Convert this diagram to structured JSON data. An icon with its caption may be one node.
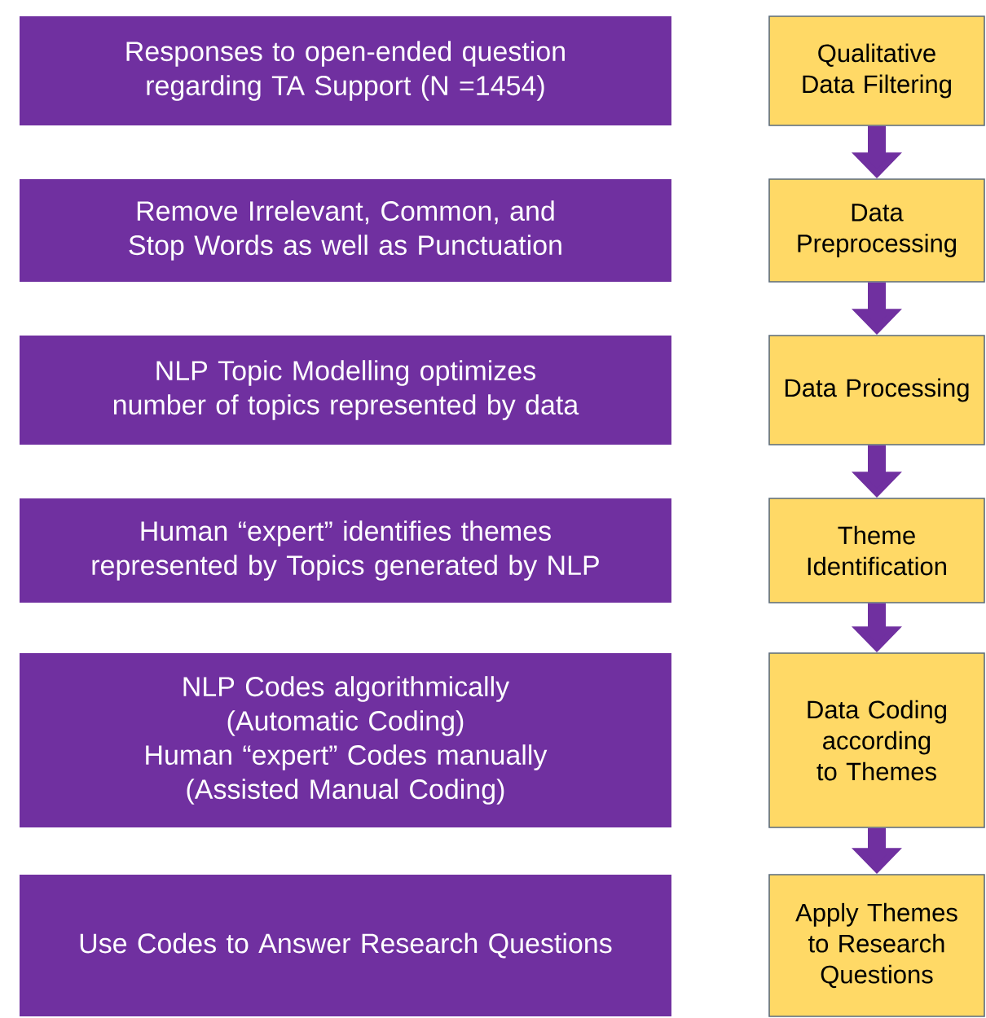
{
  "diagram": {
    "nodes": [
      {
        "text": [
          "Responses to open-ended question regarding TA Support (N =1454)"
        ]
      },
      {
        "text": [
          "Qualitative Data Filtering"
        ]
      },
      {
        "text": [
          "Remove Irrelevant, Common, and Stop Words as well as Punctuation"
        ]
      },
      {
        "text": [
          "Data Preprocessing"
        ]
      },
      {
        "text": [
          "NLP Topic Modelling optimizes number of topics represented by data"
        ]
      },
      {
        "text": [
          "Data Processing"
        ]
      },
      {
        "text": [
          "Human “expert” identifies themes represented by Topics generated by NLP"
        ]
      },
      {
        "text": [
          "Theme Identification"
        ]
      },
      {
        "text": [
          "NLP Codes algorithmically",
          "(Automatic Coding)",
          "Human  “expert” Codes manually",
          "(Assisted Manual Coding)"
        ]
      },
      {
        "text": [
          "Data Coding according to Themes"
        ]
      },
      {
        "text": [
          "Use Codes to Answer Research Questions"
        ]
      },
      {
        "text": [
          "Apply Themes to Research Questions"
        ]
      }
    ],
    "edges": [
      {
        "from": 1,
        "to": 3,
        "arrow": "to"
      },
      {
        "from": 3,
        "to": 5,
        "arrow": "to"
      },
      {
        "from": 5,
        "to": 7,
        "arrow": "to"
      },
      {
        "from": 7,
        "to": 9,
        "arrow": "to"
      },
      {
        "from": 9,
        "to": 11,
        "arrow": "to"
      }
    ]
  }
}
